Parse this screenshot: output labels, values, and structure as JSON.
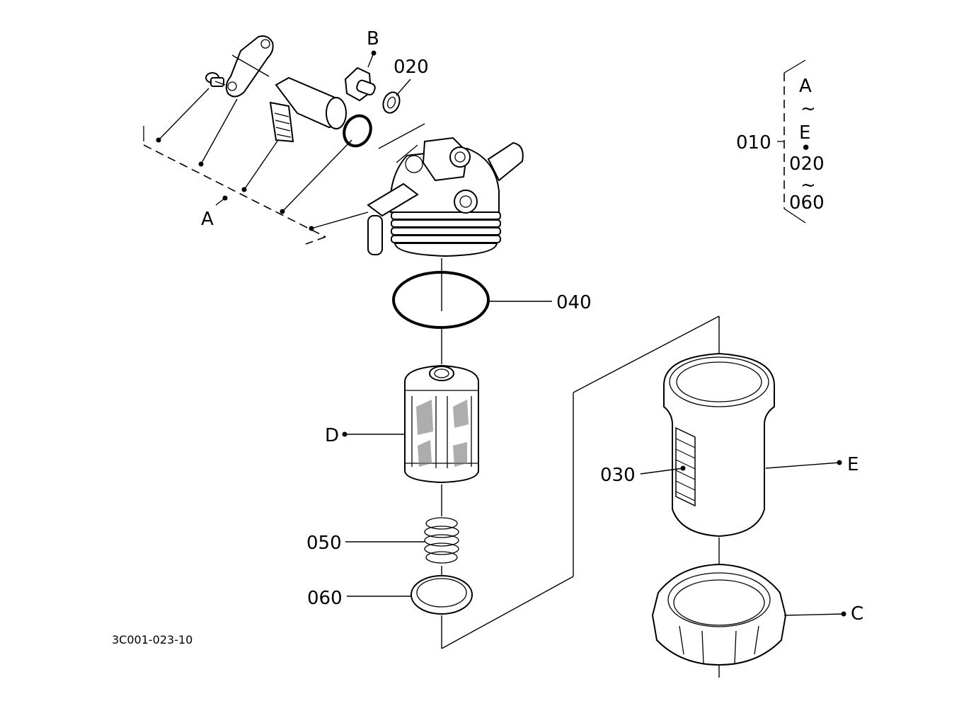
{
  "diagram_code": "3C001-023-10",
  "labels": {
    "B": "B",
    "p020_top": "020",
    "A_group": "A",
    "p040": "040",
    "D": "D",
    "p050": "050",
    "p060": "060",
    "p030": "030",
    "E": "E",
    "C": "C"
  },
  "assembly_legend": {
    "part": "010",
    "range1_start": "A",
    "range1_tilde": "~",
    "range1_end": "E",
    "separator": "•",
    "range2_start": "020",
    "range2_tilde": "~",
    "range2_end": "060"
  }
}
